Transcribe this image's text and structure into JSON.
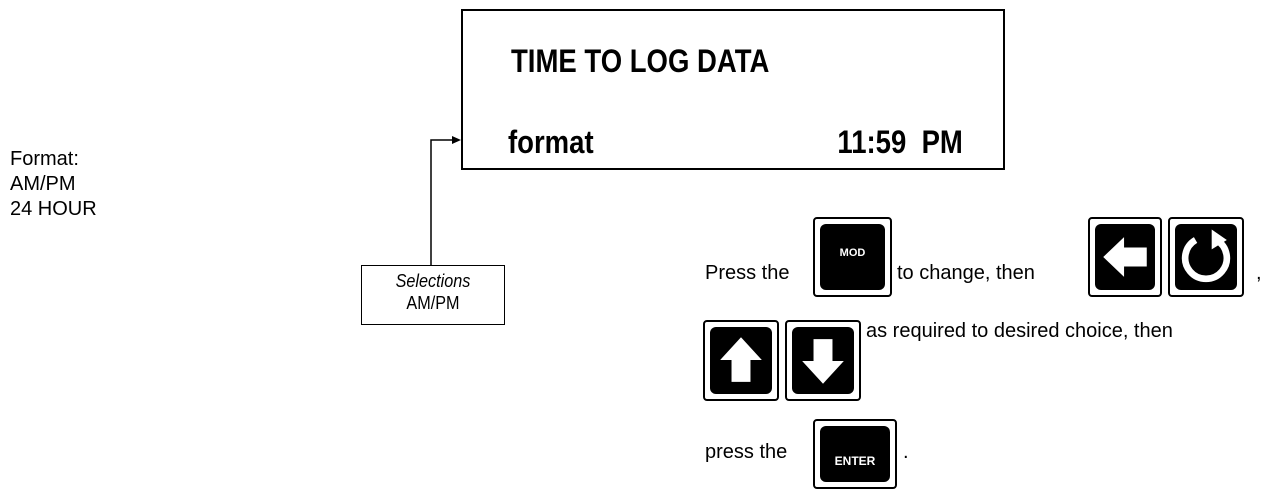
{
  "format_notes": {
    "title": "Format:",
    "options": [
      "AM/PM",
      "24 HOUR"
    ]
  },
  "display": {
    "title": "TIME TO LOG DATA",
    "parameter": "format",
    "value": "11:59  PM"
  },
  "selections_box": {
    "header": "Selections",
    "value": "AM/PM"
  },
  "instructions": {
    "line1_prefix": "Press the",
    "line1_middle": "to change, then",
    "line1_suffix": ",",
    "line2": "as required to desired choice, then",
    "line3_prefix": "press the",
    "line3_suffix": "."
  },
  "keys": {
    "mod": "MOD",
    "enter": "ENTER",
    "left": "left-arrow-icon",
    "cycle": "cycle-icon",
    "up": "up-arrow-icon",
    "down": "down-arrow-icon"
  }
}
